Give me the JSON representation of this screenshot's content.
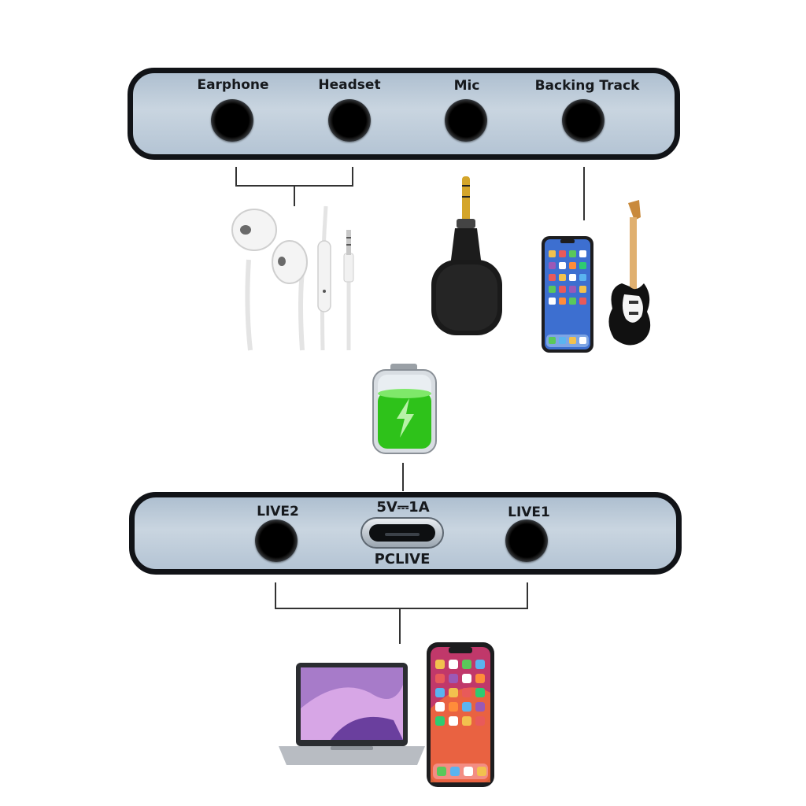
{
  "top_panel": {
    "ports": [
      {
        "label": "Earphone"
      },
      {
        "label": "Headset"
      },
      {
        "label": "Mic"
      },
      {
        "label": "Backing Track"
      }
    ]
  },
  "bottom_panel": {
    "live2_label": "LIVE2",
    "power_rating": "5V⎓1A",
    "usb_label": "PCLIVE",
    "live1_label": "LIVE1"
  },
  "devices": {
    "earphones": "earphones-icon",
    "microphone": "microphone-icon",
    "phone": "smartphone-icon",
    "guitar": "electric-guitar-icon",
    "battery": "battery-charging-icon",
    "laptop": "laptop-icon",
    "phone_large": "smartphone-icon"
  },
  "colors": {
    "panel_border": "#111317",
    "panel_face": "#c9d5e0",
    "battery_fill": "#2ec21a",
    "connector_line": "#333333"
  }
}
